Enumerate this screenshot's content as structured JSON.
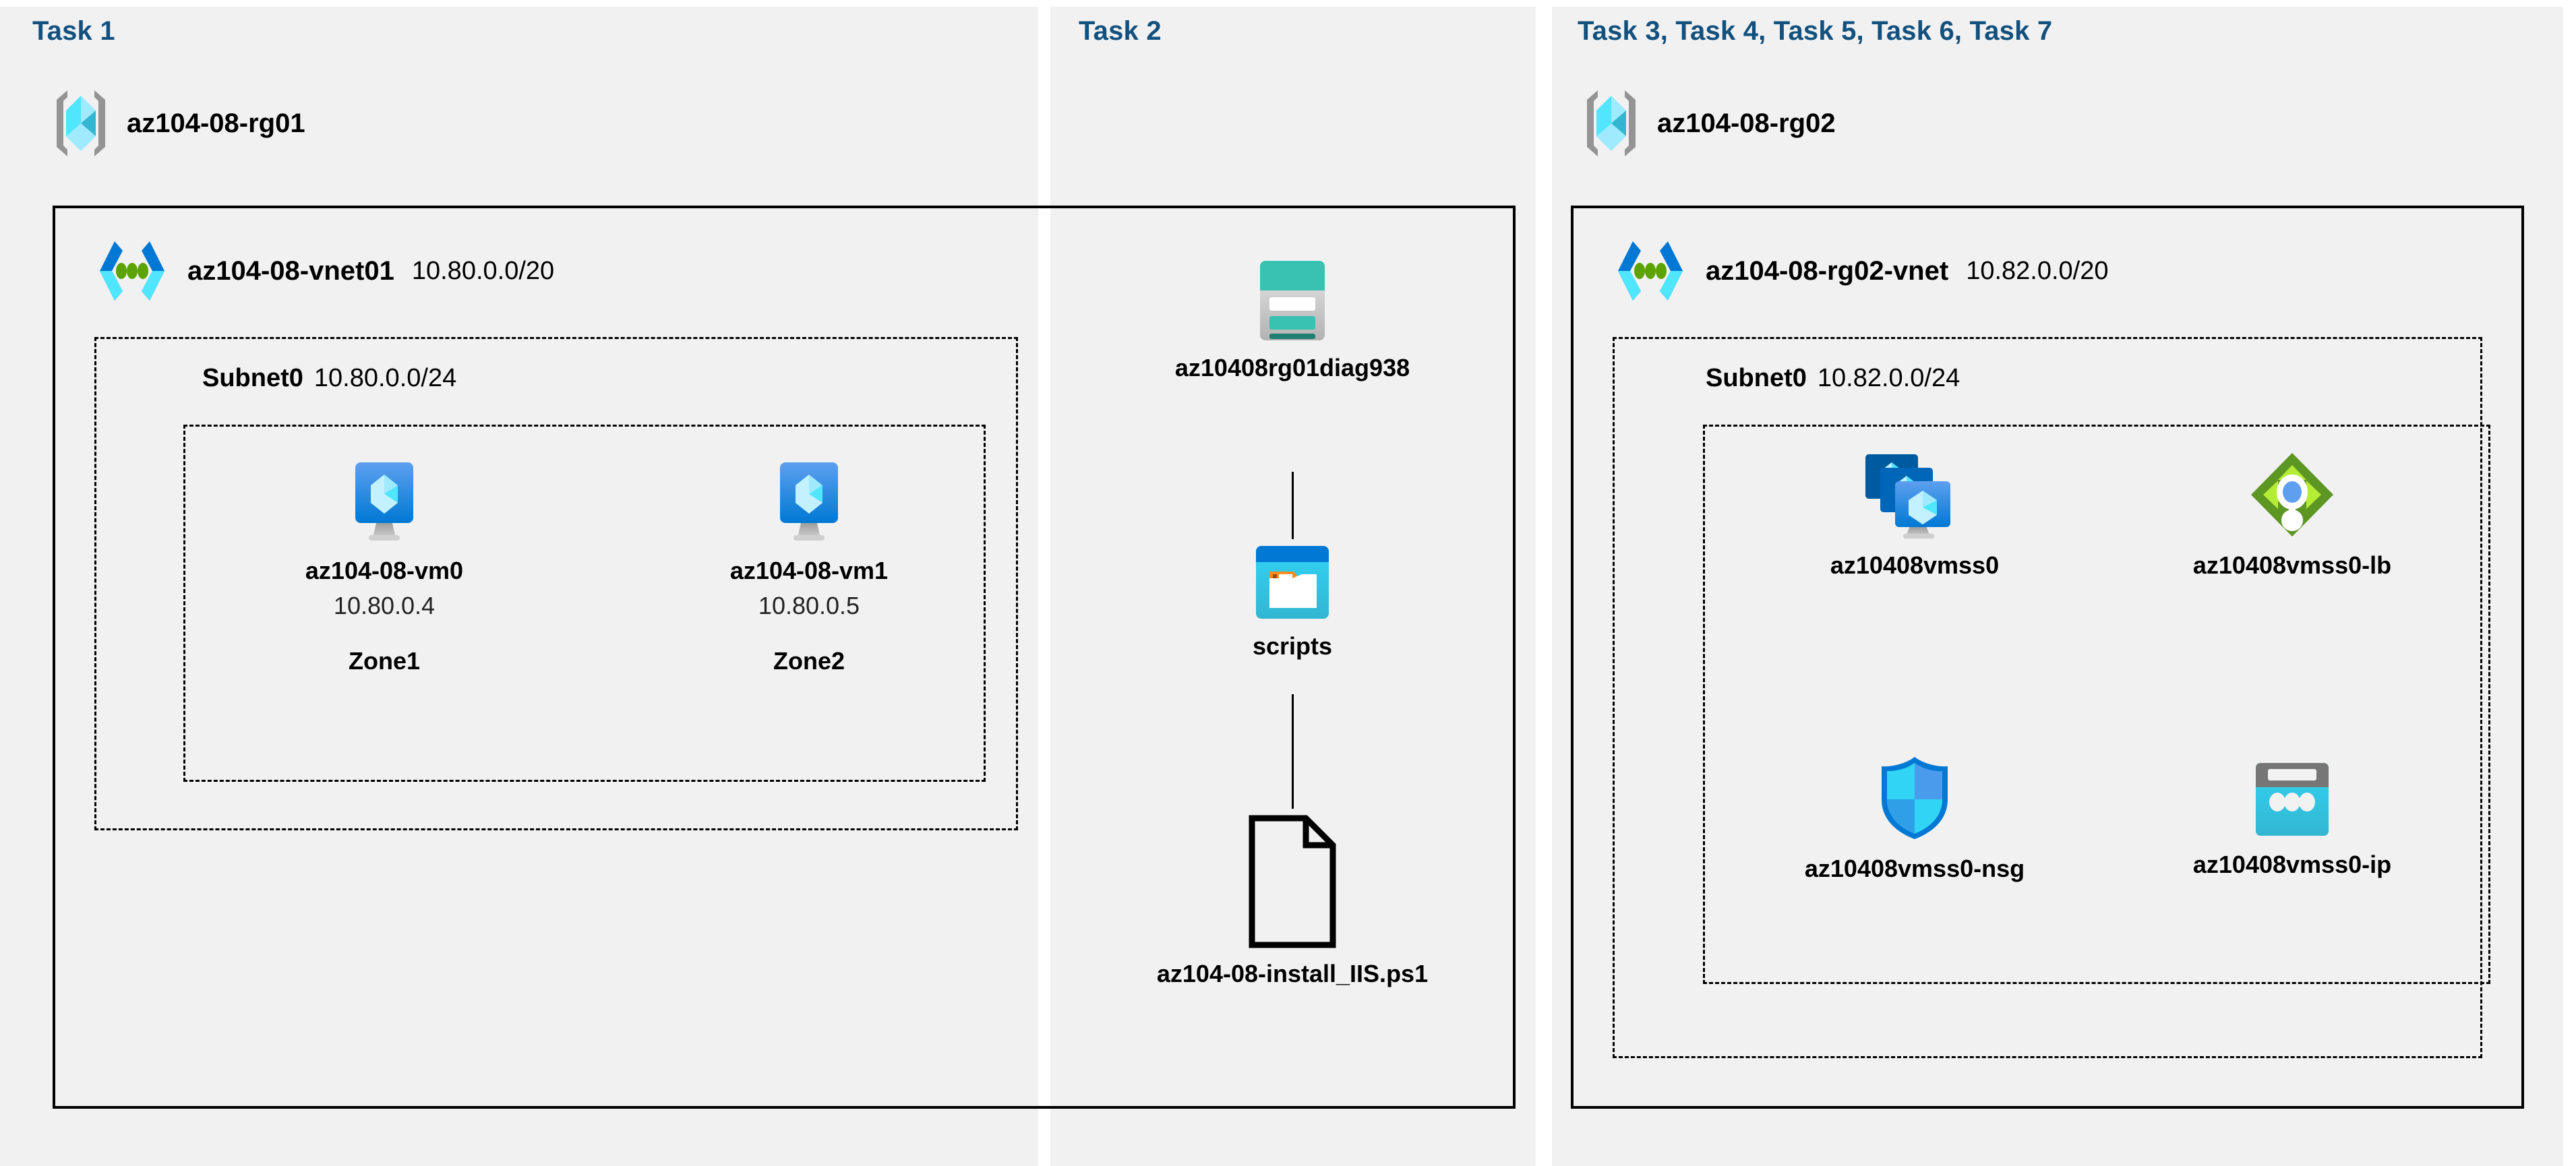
{
  "columns": [
    {
      "title": "Task 1"
    },
    {
      "title": "Task 2"
    },
    {
      "title": "Task 3, Task 4, Task 5, Task 6, Task 7"
    }
  ],
  "task1": {
    "resource_group": {
      "name": "az104-08-rg01",
      "icon": "resource-group-icon"
    },
    "vnet": {
      "name": "az104-08-vnet01",
      "cidr": "10.80.0.0/20",
      "icon": "virtual-network-icon"
    },
    "subnet": {
      "name": "Subnet0",
      "cidr": "10.80.0.0/24"
    },
    "vms": [
      {
        "name": "az104-08-vm0",
        "ip": "10.80.0.4",
        "zone": "Zone1",
        "icon": "virtual-machine-icon"
      },
      {
        "name": "az104-08-vm1",
        "ip": "10.80.0.5",
        "zone": "Zone2",
        "icon": "virtual-machine-icon"
      }
    ]
  },
  "task2": {
    "storage_account": {
      "name": "az10408rg01diag938",
      "icon": "storage-account-icon"
    },
    "container": {
      "name": "scripts",
      "icon": "blob-container-icon"
    },
    "file": {
      "name": "az104-08-install_IIS.ps1",
      "icon": "script-file-icon"
    }
  },
  "task3": {
    "resource_group": {
      "name": "az104-08-rg02",
      "icon": "resource-group-icon"
    },
    "vnet": {
      "name": "az104-08-rg02-vnet",
      "cidr": "10.82.0.0/20",
      "icon": "virtual-network-icon"
    },
    "subnet": {
      "name": "Subnet0",
      "cidr": "10.82.0.0/24"
    },
    "resources": [
      {
        "name": "az10408vmss0",
        "icon": "vm-scale-set-icon"
      },
      {
        "name": "az10408vmss0-lb",
        "icon": "load-balancer-icon"
      },
      {
        "name": "az10408vmss0-nsg",
        "icon": "network-security-group-icon"
      },
      {
        "name": "az10408vmss0-ip",
        "icon": "public-ip-address-icon"
      }
    ]
  },
  "colors": {
    "panel_background": "#f1f1f1",
    "page_background": "#ffffff",
    "task_title": "#12507e",
    "border": "#000000",
    "azure_blue": "#0078d4",
    "azure_cyan": "#32d4f5",
    "storage_teal": "#37c2b1",
    "lb_green": "#5e9624",
    "accent_orange": "#ff8c00"
  }
}
